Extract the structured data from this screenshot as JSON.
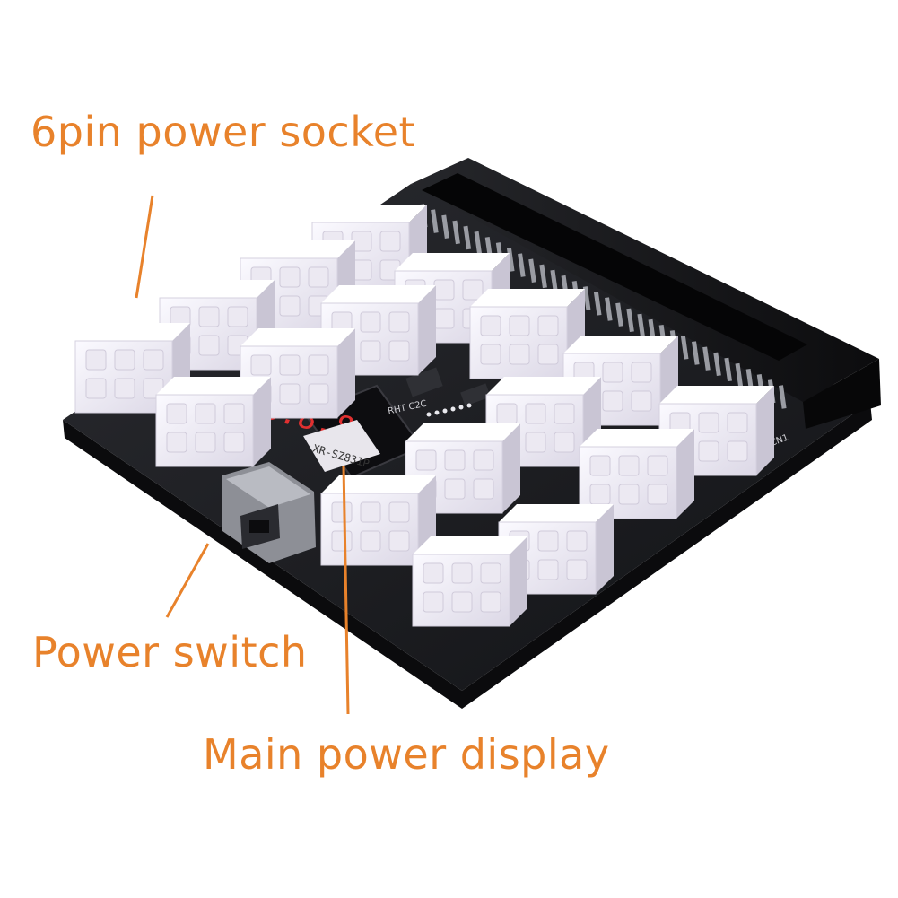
{
  "callouts": {
    "socket": "6pin power socket",
    "switch": "Power switch",
    "display": "Main power display"
  },
  "board_text": {
    "display_digits": "8.8.8",
    "model_code": "XR-SZ831P",
    "chip_label": "RHT C2C",
    "edge_label": "CN1"
  },
  "colors": {
    "callout": "#E8822B",
    "pcb": "#1a1b1e",
    "connector": "#f2f0f6",
    "display_digit": "#e03030"
  }
}
